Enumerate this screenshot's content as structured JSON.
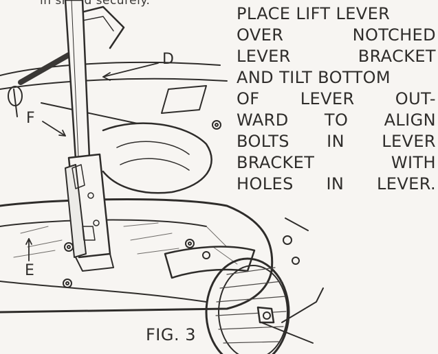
{
  "top_note": "in shield securely.",
  "callouts": {
    "d": "D",
    "f": "F",
    "e": "E"
  },
  "instructions": {
    "lines": [
      [
        "PLACE LIFT LEVER"
      ],
      [
        "OVER",
        "NOTCHED"
      ],
      [
        "LEVER",
        "BRACKET"
      ],
      [
        "AND TILT BOTTOM"
      ],
      [
        "OF",
        "LEVER",
        "OUT-"
      ],
      [
        "WARD",
        "TO",
        "ALIGN"
      ],
      [
        "BOLTS",
        "IN",
        "LEVER"
      ],
      [
        "BRACKET",
        "WITH"
      ],
      [
        "HOLES",
        "IN",
        "LEVER."
      ]
    ]
  },
  "figure_label": "FIG. 3"
}
